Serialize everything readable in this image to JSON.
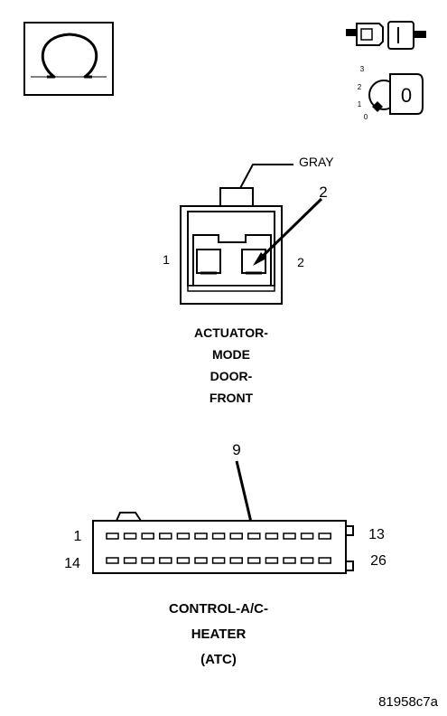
{
  "icons": {
    "ohm_meter": "ohm-symbol-icon",
    "disconnect_connector": "connector-disconnect-icon",
    "ignition_key": "ignition-key-icon"
  },
  "ignition": {
    "positions": [
      "3",
      "2",
      "1",
      "0"
    ],
    "key_label": "0"
  },
  "actuator_connector": {
    "color_label": "GRAY",
    "pin_callout": "2",
    "pin_left": "1",
    "pin_right": "2",
    "title_lines": [
      "ACTUATOR-",
      "MODE",
      "DOOR-",
      "FRONT"
    ]
  },
  "control_connector": {
    "pin_callout": "9",
    "pin_top_left": "1",
    "pin_bottom_left": "14",
    "pin_top_right": "13",
    "pin_bottom_right": "26",
    "title_lines": [
      "CONTROL-A/C-",
      "HEATER",
      "(ATC)"
    ]
  },
  "figure_id": "81958c7a"
}
